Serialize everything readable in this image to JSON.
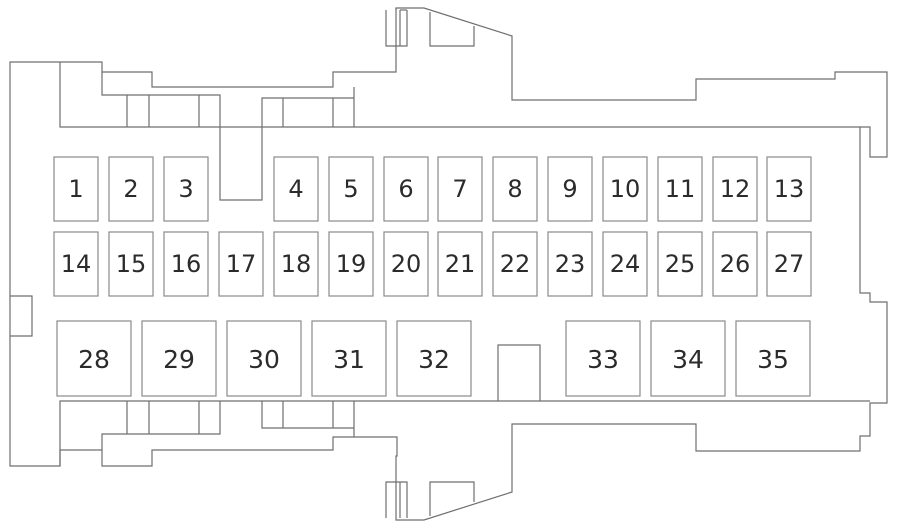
{
  "fuse_box": {
    "row1": [
      "1",
      "2",
      "3",
      "4",
      "5",
      "6",
      "7",
      "8",
      "9",
      "10",
      "11",
      "12",
      "13"
    ],
    "row2": [
      "14",
      "15",
      "16",
      "17",
      "18",
      "19",
      "20",
      "21",
      "22",
      "23",
      "24",
      "25",
      "26",
      "27"
    ],
    "row3": [
      "28",
      "29",
      "30",
      "31",
      "32",
      "33",
      "34",
      "35"
    ]
  },
  "colors": {
    "stroke": "#6f6f6f",
    "cell_stroke": "#8a8a8a",
    "text": "#2b2b2b"
  }
}
